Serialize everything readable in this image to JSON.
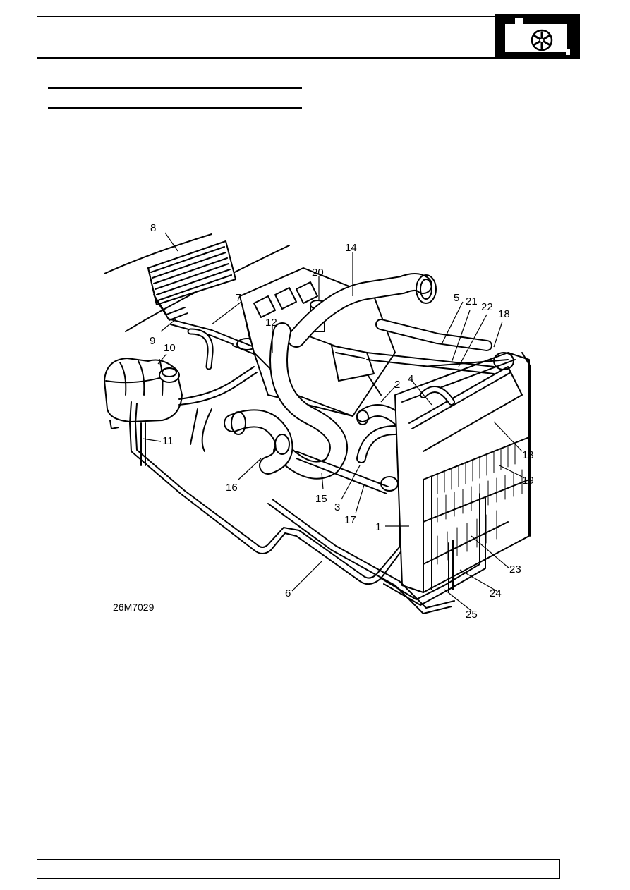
{
  "header": {
    "section_icon": "cooling-system-radiator-fan-icon"
  },
  "figure": {
    "id": "26M7029",
    "callouts": [
      "1",
      "2",
      "3",
      "4",
      "5",
      "6",
      "7",
      "8",
      "9",
      "10",
      "11",
      "12",
      "13",
      "14",
      "15",
      "16",
      "17",
      "18",
      "19",
      "20",
      "21",
      "22",
      "23",
      "24",
      "25"
    ]
  },
  "colors": {
    "ink": "#000000",
    "paper": "#ffffff"
  }
}
